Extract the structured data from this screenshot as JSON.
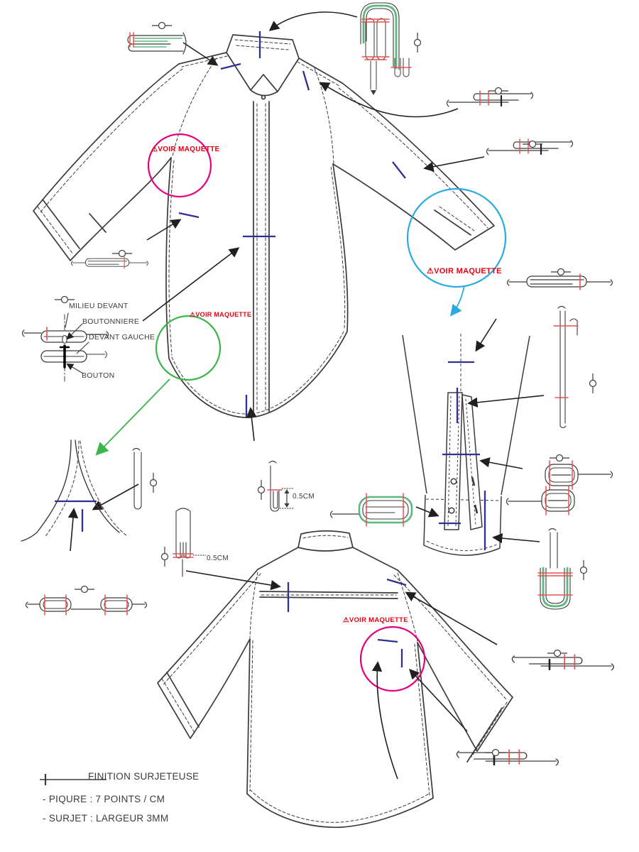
{
  "drawing_type": "shirt technical flat sketch",
  "annotations": {
    "collar_note": "⚠VOIR MAQUETTE",
    "hem_note": "⚠VOIR MAQUETTE",
    "cuff_note": "⚠VOIR MAQUETTE",
    "back_armhole_note": "⚠VOIR MAQUETTE"
  },
  "placket": {
    "milieu_devant": "MILIEU DEVANT",
    "boutonniere": "BOUTONNIERE",
    "devant_gauche": "DEVANT GAUCHE",
    "bouton": "BOUTON"
  },
  "measurements": {
    "hem_fold": "0.5CM",
    "sleeve_fold": "0.5CM"
  },
  "legend": {
    "finition": "FINITION SURJETEUSE",
    "piqure": "- PIQURE : 7 POINTS / CM",
    "surjet": "- SURJET : LARGEUR 3MM"
  },
  "colors": {
    "line": "#3e3a39",
    "stitch_red": "#e95050",
    "text_red": "#e60012",
    "mark_blue": "#2e3192",
    "circle_pink": "#e6007e",
    "circle_blue": "#29abe2",
    "circle_green": "#3bb54a",
    "detail_green": "#5cb87f"
  }
}
